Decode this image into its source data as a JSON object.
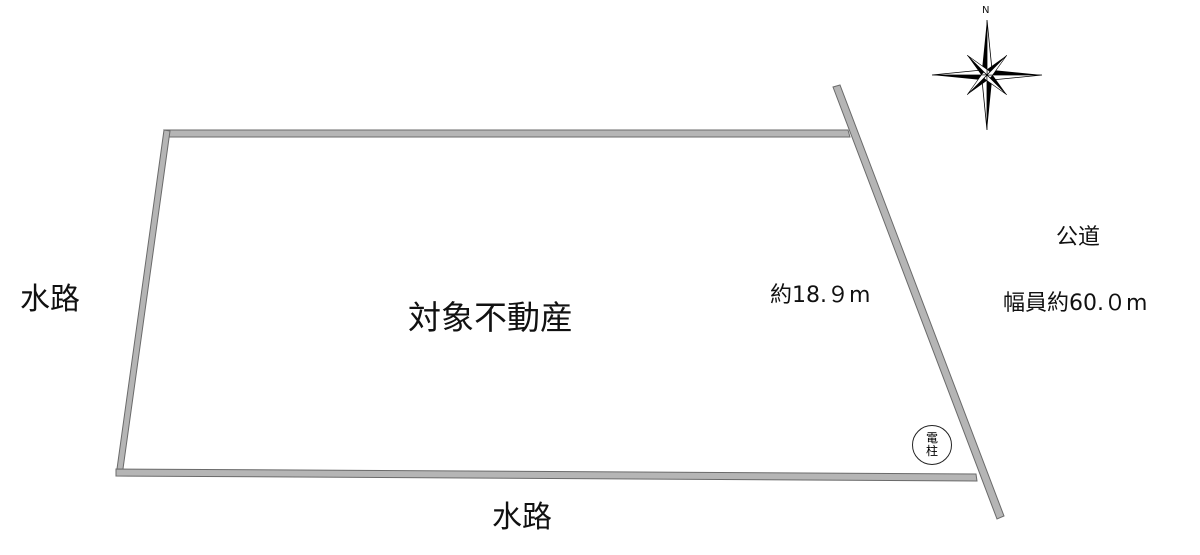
{
  "labels": {
    "waterway_left": "水路",
    "waterway_bottom": "水路",
    "property": "対象不動産",
    "road": "公道",
    "road_width": "幅員約60.０m",
    "frontage": "約18.９m"
  },
  "utility_pole": {
    "line1": "電",
    "line2": "柱"
  },
  "compass": {
    "north_label": "N"
  },
  "colors": {
    "boundary_line": "#b5b5b5",
    "boundary_outline": "#6a6a6a",
    "text": "#111111"
  }
}
